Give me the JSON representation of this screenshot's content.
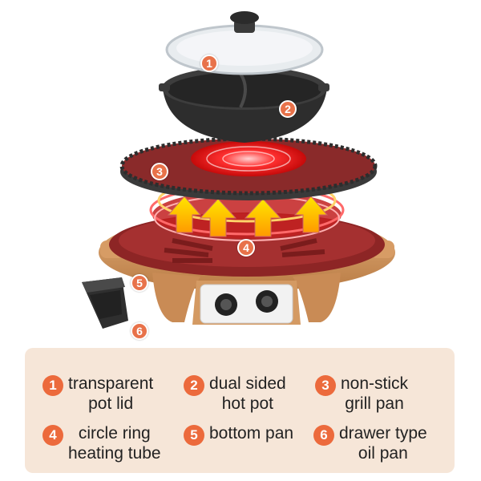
{
  "markers": [
    "1",
    "2",
    "3",
    "4",
    "5",
    "6"
  ],
  "legend": [
    {
      "num": "1",
      "line1": "transparent",
      "line2": "pot lid"
    },
    {
      "num": "2",
      "line1": "dual sided",
      "line2": "hot pot"
    },
    {
      "num": "3",
      "line1": "non-stick",
      "line2": "grill pan"
    },
    {
      "num": "4",
      "line1": "circle ring",
      "line2": "heating tube"
    },
    {
      "num": "5",
      "line1": "bottom pan",
      "line2": ""
    },
    {
      "num": "6",
      "line1": "drawer type",
      "line2": "oil pan"
    }
  ],
  "colors": {
    "accent": "#ec6a3c",
    "panel": "#f6e6d8",
    "grill": "#8a2a2a",
    "base": "#c98b55"
  }
}
